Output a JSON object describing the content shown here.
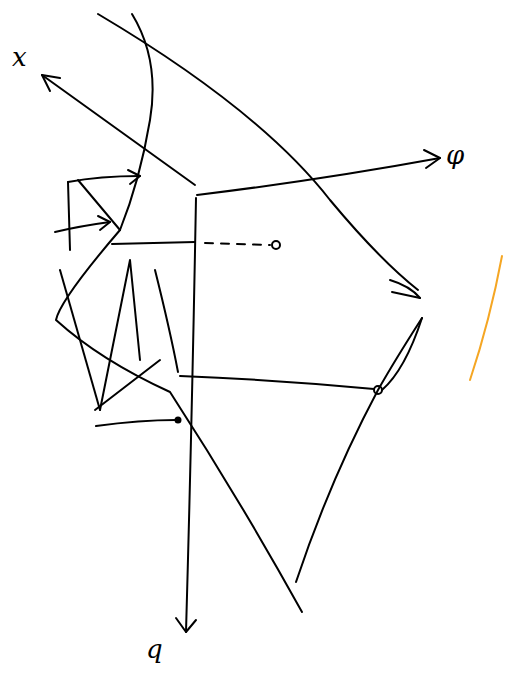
{
  "diagram": {
    "labels": [
      "x",
      "φ",
      "q"
    ]
  }
}
